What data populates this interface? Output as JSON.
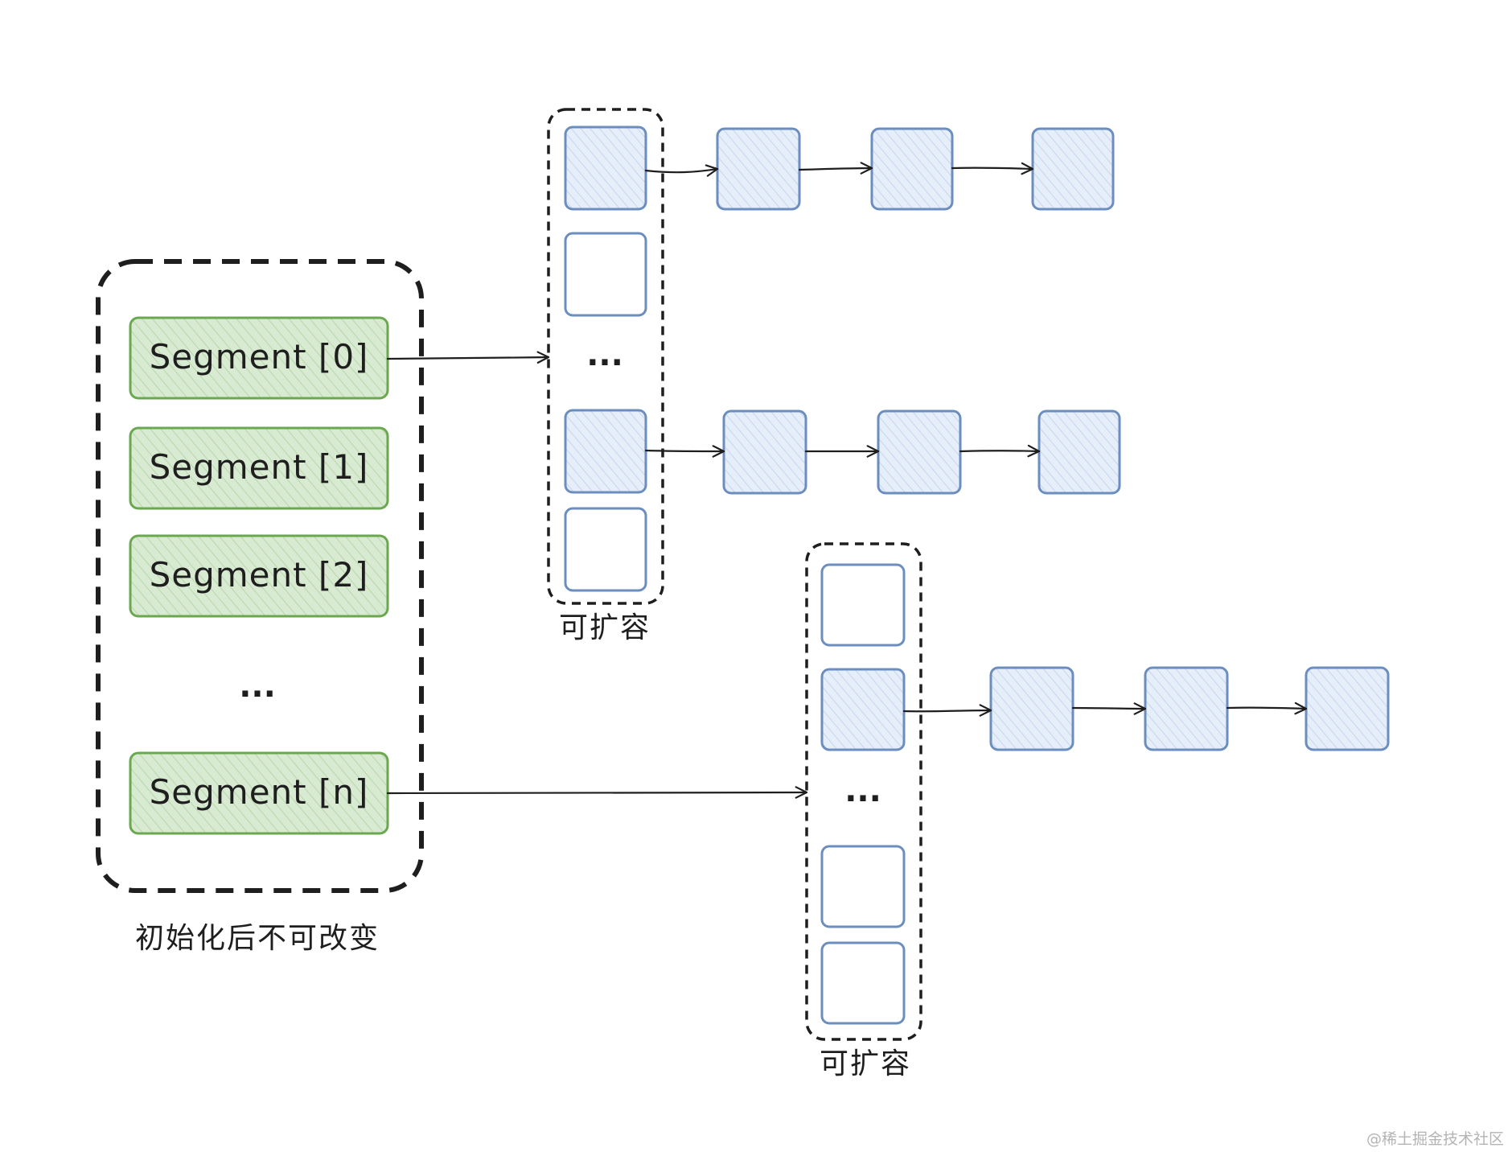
{
  "segments": {
    "labels": [
      "Segment [0]",
      "Segment [1]",
      "Segment [2]",
      "Segment [n]"
    ],
    "ellipsis": "...",
    "caption": "初始化后不可改变"
  },
  "tables": [
    {
      "caption": "可扩容",
      "ellipsis": "..."
    },
    {
      "caption": "可扩容",
      "ellipsis": "..."
    }
  ],
  "watermark": "@稀土掘金技术社区",
  "colors": {
    "segment_stroke": "#6aa84f",
    "segment_fill": "#d9ead3",
    "node_stroke": "#6c8ebf",
    "node_fill": "#dae8fc",
    "line": "#1e1e1e"
  }
}
